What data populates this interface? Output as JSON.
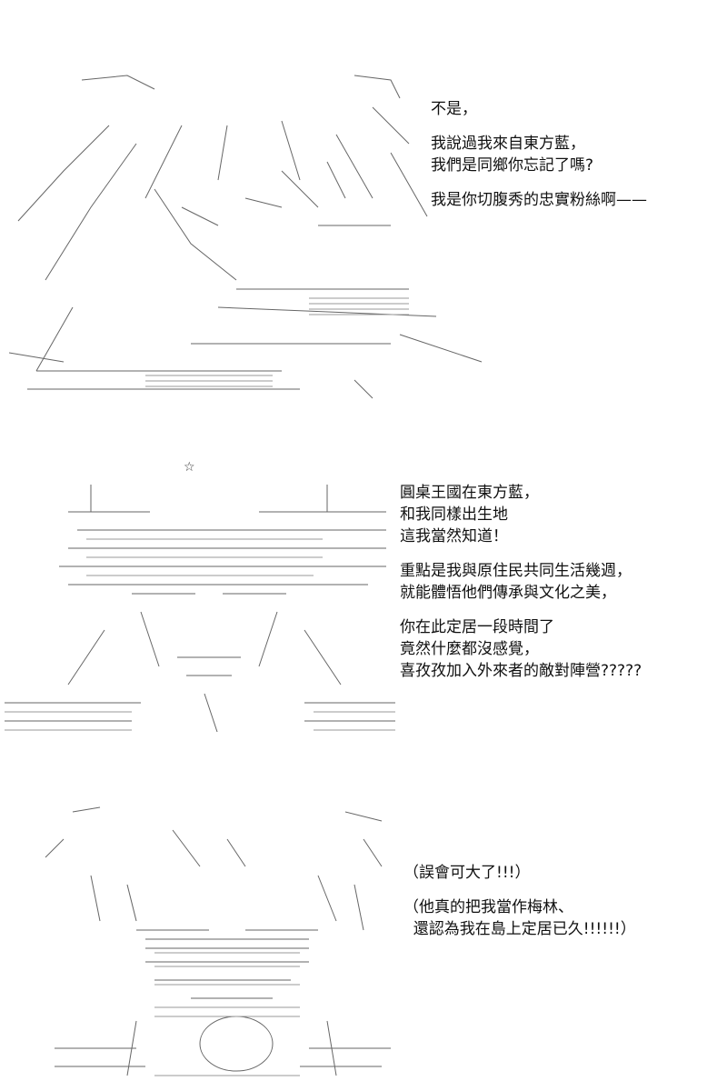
{
  "panels": [
    {
      "id": "panel-1",
      "lines": [
        [
          "不是，"
        ],
        [
          "我說過我來自東方藍，",
          "我們是同鄉你忘記了嗎?"
        ],
        [
          "我是你切腹秀的忠實粉絲啊——"
        ]
      ]
    },
    {
      "id": "panel-2",
      "lines": [
        [
          "圓桌王國在東方藍，",
          "和我同樣出生地",
          "這我當然知道！"
        ],
        [
          "重點是我與原住民共同生活幾週，",
          "就能體悟他們傳承與文化之美，"
        ],
        [
          "你在此定居一段時間了",
          "竟然什麼都沒感覺，",
          "喜孜孜加入外來者的敵對陣營?????"
        ]
      ]
    },
    {
      "id": "panel-3",
      "lines": [
        [
          "（誤會可大了!!!）"
        ],
        [
          "（他真的把我當作梅林、",
          "  還認為我在島上定居已久!!!!!!）"
        ]
      ]
    }
  ],
  "art": {
    "panel2_star": "☆"
  },
  "colors": {
    "background": "#ffffff",
    "text": "#111111",
    "art_lines": "#555555"
  }
}
